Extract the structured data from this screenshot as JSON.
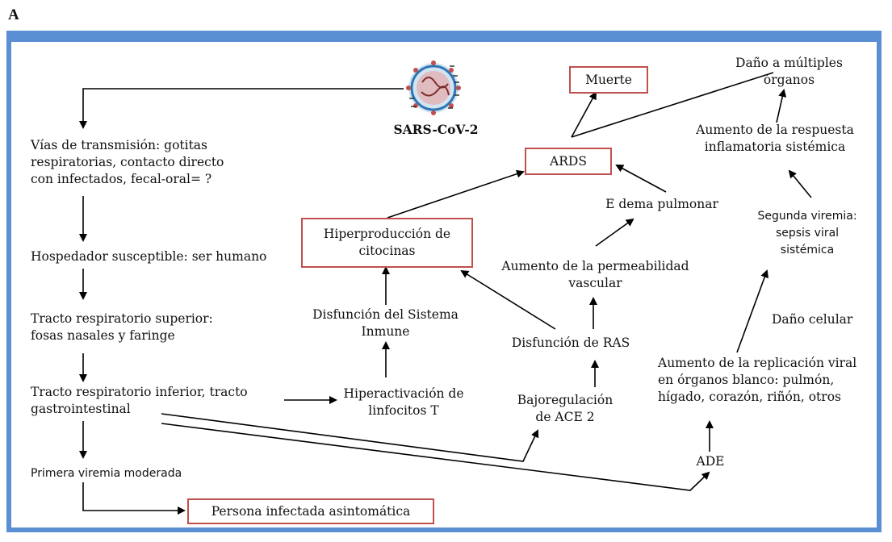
{
  "panel_label": "A",
  "virus_label": "SARS-CoV-2",
  "left_chain": {
    "transmission": [
      "Vías de transmisión: gotitas",
      "respiratorias, contacto directo",
      "con infectados, fecal-oral= ?"
    ],
    "host": "Hospedador susceptible: ser humano",
    "upper_tract": [
      "Tracto respiratorio superior:",
      "fosas nasales y faringe"
    ],
    "lower_tract": [
      "Tracto respiratorio inferior, tracto",
      "gastrointestinal"
    ],
    "first_viremia": "Primera viremia moderada",
    "asymptomatic": "Persona infectada asintomática"
  },
  "middle_chain": {
    "t_cell": [
      "Hiperactivación de",
      "linfocitos T"
    ],
    "immune_dysfunction": [
      "Disfunción del Sistema",
      "Inmune"
    ],
    "cytokines": [
      "Hiperproducción de",
      "citocinas"
    ],
    "ace2": [
      "Bajoregulación",
      "de ACE 2"
    ],
    "ras": "Disfunción de RAS",
    "permeability": [
      "Aumento de la permeabilidad",
      "vascular"
    ],
    "edema": "E dema pulmonar",
    "ards": "ARDS",
    "death": "Muerte"
  },
  "right_chain": {
    "multi_organ": [
      "Daño a múltiples",
      "órganos"
    ],
    "inflammatory": [
      "Aumento de la respuesta",
      "inflamatoria sistémica"
    ],
    "second_viremia": [
      "Segunda viremia:",
      "sepsis viral",
      "sistémica"
    ],
    "cell_damage": "Daño celular",
    "replication": [
      "Aumento de la replicación viral",
      "en órganos blanco: pulmón,",
      "hígado, corazón, riñón, otros"
    ],
    "ade": "ADE"
  },
  "colors": {
    "frame": "#5b8fd4",
    "box_border": "#c0504d",
    "arrow": "#000000"
  }
}
